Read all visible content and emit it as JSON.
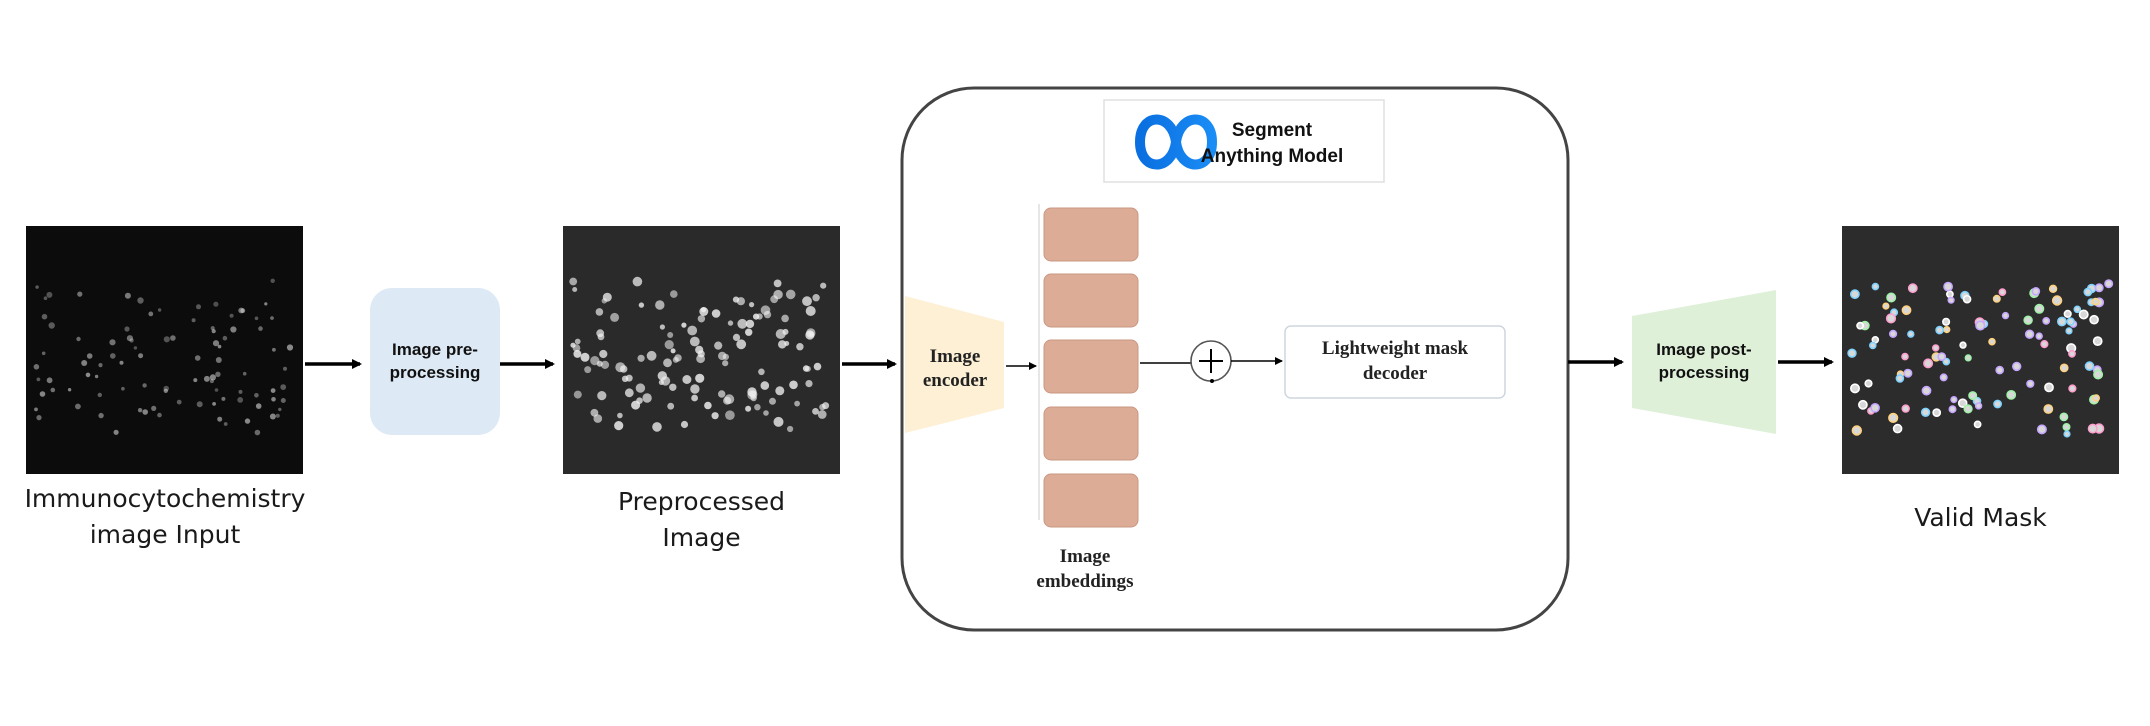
{
  "input": {
    "label_line1": "Immunocytochemistry",
    "label_line2": "image Input"
  },
  "preprocess": {
    "line1": "Image pre-",
    "line2": "processing",
    "color": "#dde9f5"
  },
  "preprocessed": {
    "label_line1": "Preprocessed",
    "label_line2": "Image"
  },
  "sam": {
    "title_line1": "Segment",
    "title_line2": "Anything Model",
    "logo_icon": "meta-infinity-icon",
    "encoder_line1": "Image",
    "encoder_line2": "encoder",
    "encoder_color": "#fdf0d4",
    "embedding_color": "#dcac97",
    "embeddings_line1": "Image",
    "embeddings_line2": "embeddings",
    "plus_icon": "plus-circle-icon",
    "decoder_line1": "Lightweight mask",
    "decoder_line2": "decoder"
  },
  "postprocess": {
    "line1": "Image post-",
    "line2": "processing",
    "color": "#dff0d9"
  },
  "output": {
    "label": "Valid Mask"
  }
}
